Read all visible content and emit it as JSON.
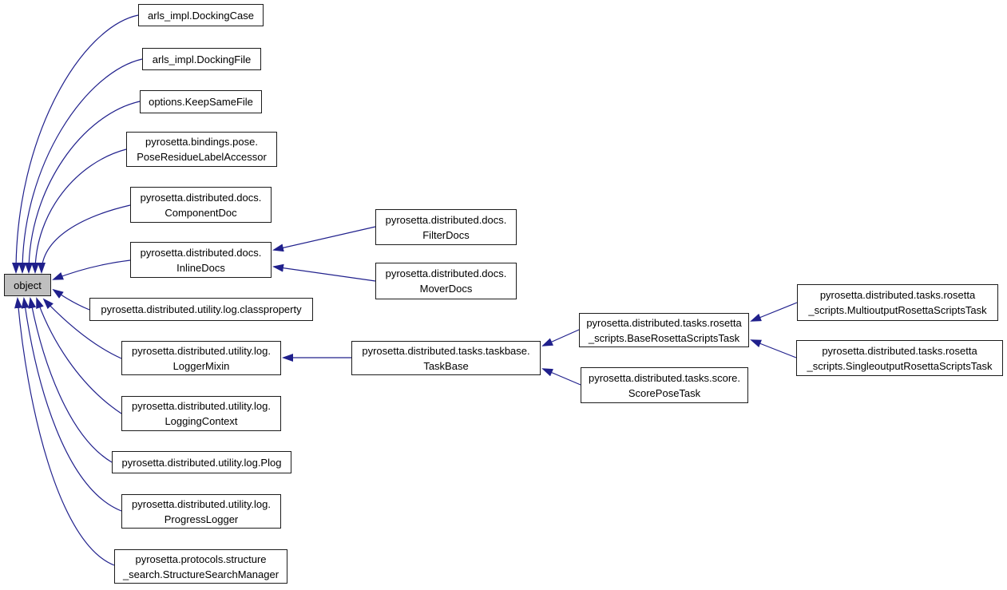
{
  "diagram": {
    "kind": "inheritance-graph",
    "focus_node": "object",
    "colors": {
      "background": "#ffffff",
      "edge": "#20208c",
      "node_border": "#1c1c1c",
      "node_background": "#ffffff",
      "focus_node_background": "#bfbfbf",
      "text": "#000000"
    },
    "nodes": [
      {
        "id": "object",
        "lines": [
          "object"
        ],
        "focus": true
      },
      {
        "id": "docking-case",
        "lines": [
          "arls_impl.DockingCase"
        ]
      },
      {
        "id": "docking-file",
        "lines": [
          "arls_impl.DockingFile"
        ]
      },
      {
        "id": "keep-same-file",
        "lines": [
          "options.KeepSameFile"
        ]
      },
      {
        "id": "pose-residue-label-accessor",
        "lines": [
          "pyrosetta.bindings.pose.",
          "PoseResidueLabelAccessor"
        ]
      },
      {
        "id": "component-doc",
        "lines": [
          "pyrosetta.distributed.docs.",
          "ComponentDoc"
        ]
      },
      {
        "id": "inline-docs",
        "lines": [
          "pyrosetta.distributed.docs.",
          "InlineDocs"
        ]
      },
      {
        "id": "classproperty",
        "lines": [
          "pyrosetta.distributed.utility.log.classproperty"
        ]
      },
      {
        "id": "logger-mixin",
        "lines": [
          "pyrosetta.distributed.utility.log.",
          "LoggerMixin"
        ]
      },
      {
        "id": "logging-context",
        "lines": [
          "pyrosetta.distributed.utility.log.",
          "LoggingContext"
        ]
      },
      {
        "id": "plog",
        "lines": [
          "pyrosetta.distributed.utility.log.Plog"
        ]
      },
      {
        "id": "progress-logger",
        "lines": [
          "pyrosetta.distributed.utility.log.",
          "ProgressLogger"
        ]
      },
      {
        "id": "structure-search-manager",
        "lines": [
          "pyrosetta.protocols.structure",
          "_search.StructureSearchManager"
        ]
      },
      {
        "id": "filter-docs",
        "lines": [
          "pyrosetta.distributed.docs.",
          "FilterDocs"
        ]
      },
      {
        "id": "mover-docs",
        "lines": [
          "pyrosetta.distributed.docs.",
          "MoverDocs"
        ]
      },
      {
        "id": "task-base",
        "lines": [
          "pyrosetta.distributed.tasks.taskbase.",
          "TaskBase"
        ]
      },
      {
        "id": "base-rosetta-scripts-task",
        "lines": [
          "pyrosetta.distributed.tasks.rosetta",
          "_scripts.BaseRosettaScriptsTask"
        ]
      },
      {
        "id": "score-pose-task",
        "lines": [
          "pyrosetta.distributed.tasks.score.",
          "ScorePoseTask"
        ]
      },
      {
        "id": "multioutput-rosetta-scripts-task",
        "lines": [
          "pyrosetta.distributed.tasks.rosetta",
          "_scripts.MultioutputRosettaScriptsTask"
        ]
      },
      {
        "id": "singleoutput-rosetta-scripts-task",
        "lines": [
          "pyrosetta.distributed.tasks.rosetta",
          "_scripts.SingleoutputRosettaScriptsTask"
        ]
      }
    ],
    "edges": [
      {
        "from": "docking-case",
        "to": "object"
      },
      {
        "from": "docking-file",
        "to": "object"
      },
      {
        "from": "keep-same-file",
        "to": "object"
      },
      {
        "from": "pose-residue-label-accessor",
        "to": "object"
      },
      {
        "from": "component-doc",
        "to": "object"
      },
      {
        "from": "inline-docs",
        "to": "object"
      },
      {
        "from": "classproperty",
        "to": "object"
      },
      {
        "from": "logger-mixin",
        "to": "object"
      },
      {
        "from": "logging-context",
        "to": "object"
      },
      {
        "from": "plog",
        "to": "object"
      },
      {
        "from": "progress-logger",
        "to": "object"
      },
      {
        "from": "structure-search-manager",
        "to": "object"
      },
      {
        "from": "filter-docs",
        "to": "inline-docs"
      },
      {
        "from": "mover-docs",
        "to": "inline-docs"
      },
      {
        "from": "task-base",
        "to": "logger-mixin"
      },
      {
        "from": "base-rosetta-scripts-task",
        "to": "task-base"
      },
      {
        "from": "score-pose-task",
        "to": "task-base"
      },
      {
        "from": "multioutput-rosetta-scripts-task",
        "to": "base-rosetta-scripts-task"
      },
      {
        "from": "singleoutput-rosetta-scripts-task",
        "to": "base-rosetta-scripts-task"
      }
    ]
  }
}
